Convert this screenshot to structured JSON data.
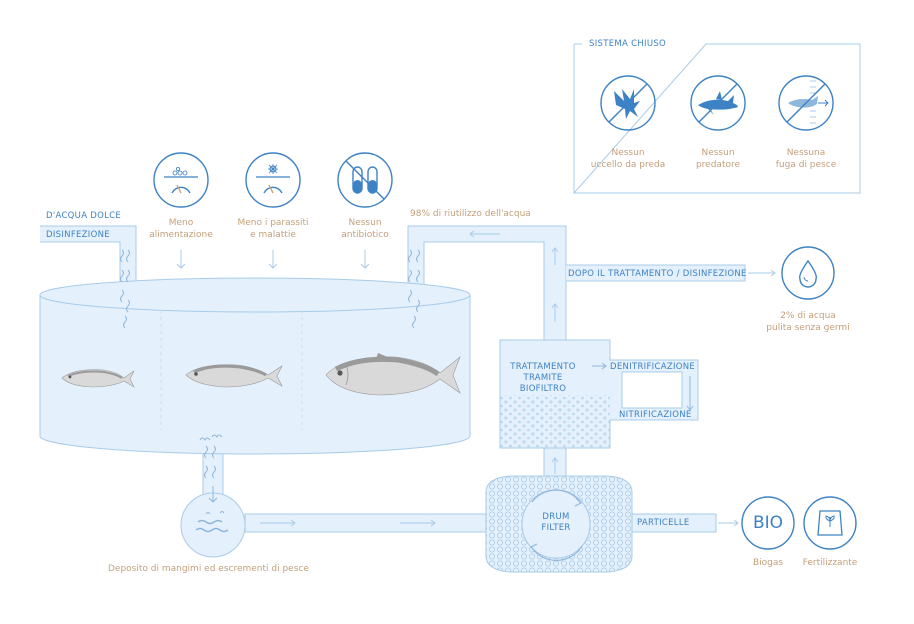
{
  "colors": {
    "water_fill": "#e4f0fb",
    "line_blue": "#a9cbe8",
    "label_blue": "#3d82c4",
    "label_tan": "#c4a07a",
    "fish_body": "#d9d9d9",
    "fish_back": "#9a9a9a"
  },
  "closed_system": {
    "title": "SISTEMA CHIUSO",
    "items": [
      {
        "icon": "eagle-crossed-icon",
        "line1": "Nessun",
        "line2": "uccello da preda"
      },
      {
        "icon": "shark-crossed-icon",
        "line1": "Nessun",
        "line2": "predatore"
      },
      {
        "icon": "fish-escape-crossed-icon",
        "line1": "Nessuna",
        "line2": "fuga di pesce"
      }
    ]
  },
  "benefits": [
    {
      "icon": "feeding-gauge-icon",
      "line1": "Meno",
      "line2": "alimentazione"
    },
    {
      "icon": "parasite-gauge-icon",
      "line1": "Meno i parassiti",
      "line2": "e malattie"
    },
    {
      "icon": "no-antibiotic-icon",
      "line1": "Nessun",
      "line2": "antibiotico"
    }
  ],
  "inlet": {
    "line1": "D'ACQUA DOLCE",
    "line2": "DISINFEZIONE"
  },
  "reuse_label": "98% di riutilizzo dell'acqua",
  "after_treatment_label": "DOPO IL TRATTAMENTO / DISINFEZIONE",
  "clean_water": {
    "icon": "water-drop-icon",
    "line1": "2% di acqua",
    "line2": "pulita senza germi"
  },
  "treatment": {
    "title_lines": [
      "TRATTAMENTO",
      "TRAMITE",
      "BIOFILTRO"
    ],
    "denitrification": "DENITRIFICAZIONE",
    "nitrification": "NITRIFICAZIONE"
  },
  "drum_filter": {
    "line1": "DRUM",
    "line2": "FILTER"
  },
  "particles_label": "PARTICELLE",
  "outputs": [
    {
      "icon": "bio-icon",
      "badge": "BIO",
      "label": "Biogas"
    },
    {
      "icon": "fertilizer-bag-icon",
      "label": "Fertilizzante"
    }
  ],
  "sediment_label": "Deposito di mangimi ed escrementi di pesce"
}
